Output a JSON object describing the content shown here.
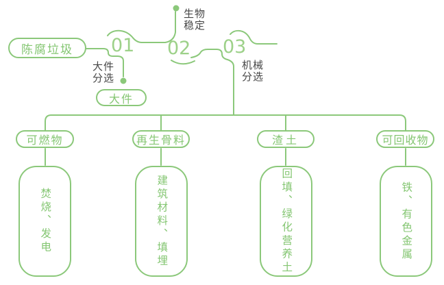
{
  "diagram": {
    "title_implicit": "",
    "source": "陈腐垃圾",
    "steps": [
      {
        "number": "01",
        "note": "大件\n分选"
      },
      {
        "number": "02",
        "note": "生物\n稳定"
      },
      {
        "number": "03",
        "note": "机械\n分选"
      }
    ],
    "bulky": "大件",
    "branches": [
      {
        "category": "可燃物",
        "outcome": "焚烧、发电"
      },
      {
        "category": "再生骨料",
        "outcome": "建筑材料、填埋"
      },
      {
        "category": "渣土",
        "outcome": "回填、绿化营养土"
      },
      {
        "category": "可回收物",
        "outcome": "铁、有色金属"
      }
    ],
    "colors": {
      "line_green": "#8bc87a",
      "number_green": "#9dd189",
      "text_green": "#84c672",
      "annotation_dark": "#464646"
    }
  }
}
